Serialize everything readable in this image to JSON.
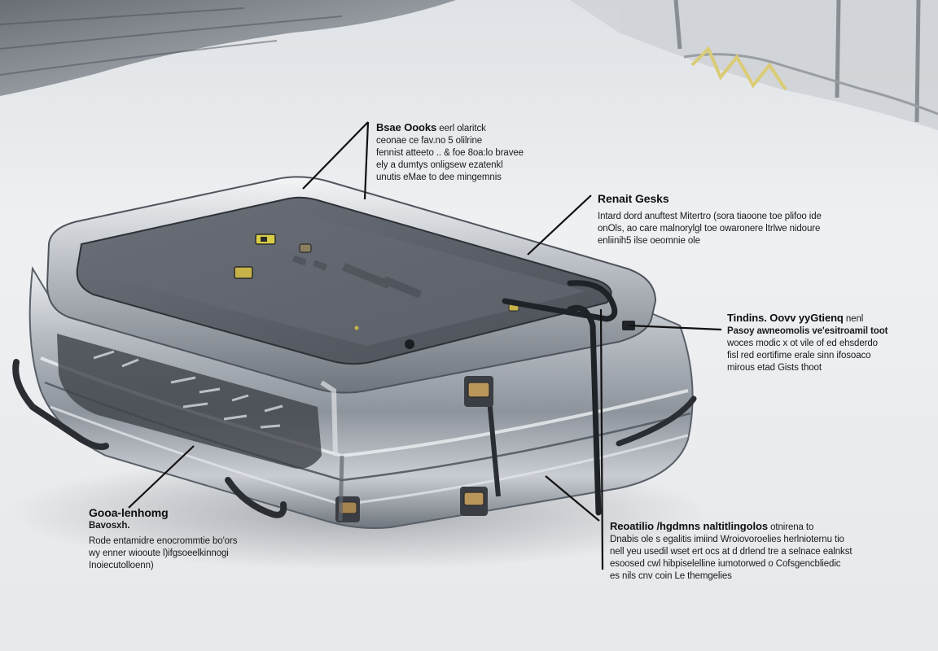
{
  "colors": {
    "leader": "#111111",
    "shell_light": "#d2d6dc",
    "shell_mid": "#9aa0a8",
    "shell_dark": "#4e535b",
    "tray": "#5b6068",
    "accent_clip": "#c7b24a",
    "latch_tan": "#b9965a",
    "floor": "#e9ecef"
  },
  "icons": [
    "clip-icon",
    "latch-icon",
    "screw-hole-icon"
  ],
  "callouts": [
    {
      "id": "c1",
      "title": "Bsae Oooks",
      "lines": [
        "eerl olaritck",
        "ceonae ce fav.no 5 olilrine",
        "fennist atteeto .. & foe 8oa:lo bravee",
        "ely a dumtys onligsew ezatenkl",
        "unutis eMae to dee mingemnis"
      ]
    },
    {
      "id": "c2",
      "title": "Renait Gesks",
      "lines": [
        "Intard dord anuftest Mitertro (sora tiaoone toe plifoo ide",
        "onOls, ao care malnorylgl toe owaronere ltrlwe nidoure",
        "enliinih5 ilse oeomnie ole"
      ]
    },
    {
      "id": "c3",
      "title": "Tindins. Oovv yyGtienq",
      "lines": [
        "nenl",
        "Pasoy awneomolis ve'esitroamil toot",
        "woces modic x ot vile of ed ehsderdo",
        "fisl red eortifime erale sinn ifosoaco",
        "mirous etad Gists thoot"
      ]
    },
    {
      "id": "c4",
      "title": "Gooa-lenhomg",
      "subtitle": "Bavosxh.",
      "lines": [
        "Rode entamidre enocrommtie bo'ors",
        "wy enner wiooute l)ifgsoeelkinnogi",
        "Inoiecutolloenn)"
      ]
    },
    {
      "id": "c5",
      "title": "Reoatilio /hgdmns naltitlingolos",
      "lines": [
        "otnirena to",
        "Dnabis ole s egalitis imiind Wroiovoroelies herlnioternu tio",
        "nell yeu usedil wset ert ocs at d drlend tre a selnace ealnkst",
        "esoosed cwl hibpiselelline iumotorwed o Cofsgencbliedic",
        "es nils cnv coin Le themgelies"
      ]
    }
  ]
}
